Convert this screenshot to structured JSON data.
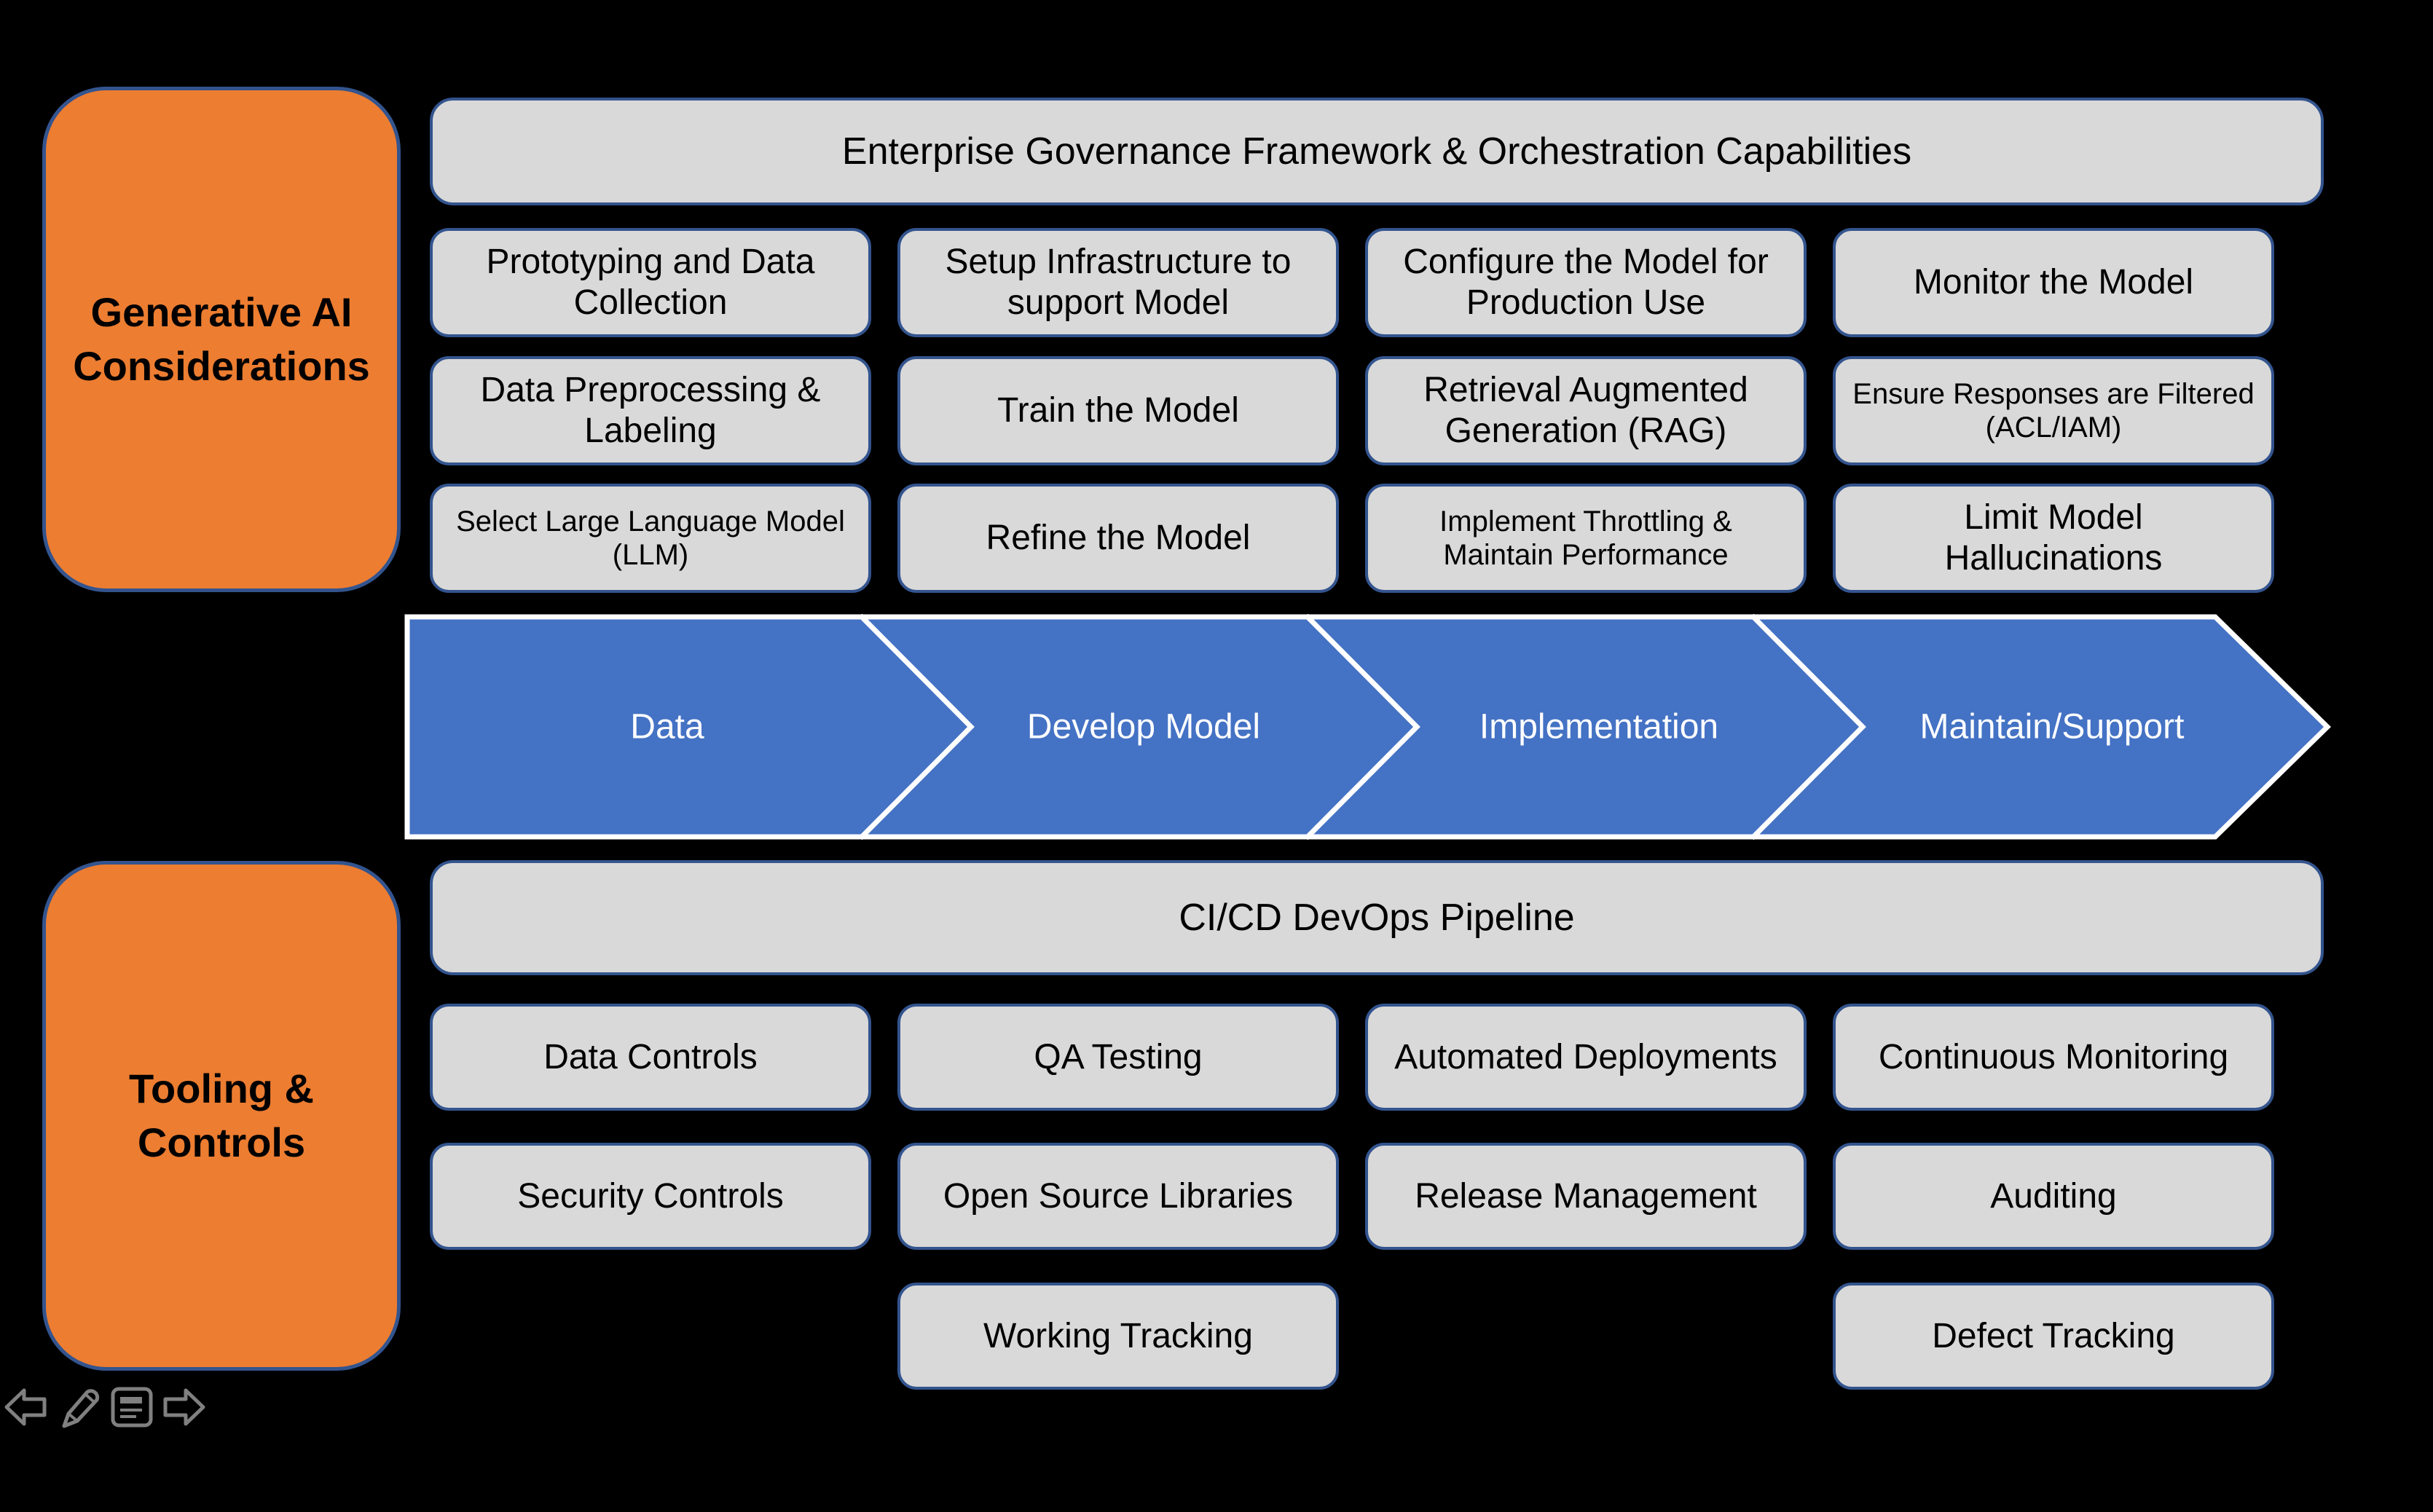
{
  "colors": {
    "background": "#000000",
    "panel_orange": "#ED7D31",
    "box_gray": "#D9D9D9",
    "border_blue": "#33548E",
    "arrow_blue": "#4472C4",
    "arrow_separator": "#FFFFFF",
    "text_dark": "#000000",
    "text_light": "#FFFFFF",
    "icon_gray": "#808080"
  },
  "left_panels": {
    "top": {
      "label": "Generative AI Considerations"
    },
    "bottom": {
      "label": "Tooling & Controls"
    }
  },
  "top_section": {
    "header": "Enterprise Governance Framework & Orchestration Capabilities",
    "rows": [
      [
        "Prototyping and Data Collection",
        "Setup Infrastructure to support Model",
        "Configure the Model for Production Use",
        "Monitor the Model"
      ],
      [
        "Data Preprocessing & Labeling",
        "Train the Model",
        "Retrieval Augmented Generation (RAG)",
        "Ensure Responses are Filtered (ACL/IAM)"
      ],
      [
        "Select Large Language Model (LLM)",
        "Refine the Model",
        "Implement Throttling & Maintain Performance",
        "Limit Model Hallucinations"
      ]
    ]
  },
  "process_arrow": {
    "stages": [
      "Data",
      "Develop Model",
      "Implementation",
      "Maintain/Support"
    ]
  },
  "bottom_section": {
    "header": "CI/CD DevOps Pipeline",
    "rows": [
      [
        "Data Controls",
        "QA Testing",
        "Automated Deployments",
        "Continuous Monitoring"
      ],
      [
        "Security Controls",
        "Open Source Libraries",
        "Release Management",
        "Auditing"
      ],
      [
        null,
        "Working Tracking",
        null,
        "Defect Tracking"
      ]
    ]
  },
  "footer_controls": {
    "icons": [
      "previous-slide",
      "pen-tool",
      "comments",
      "next-slide"
    ]
  }
}
